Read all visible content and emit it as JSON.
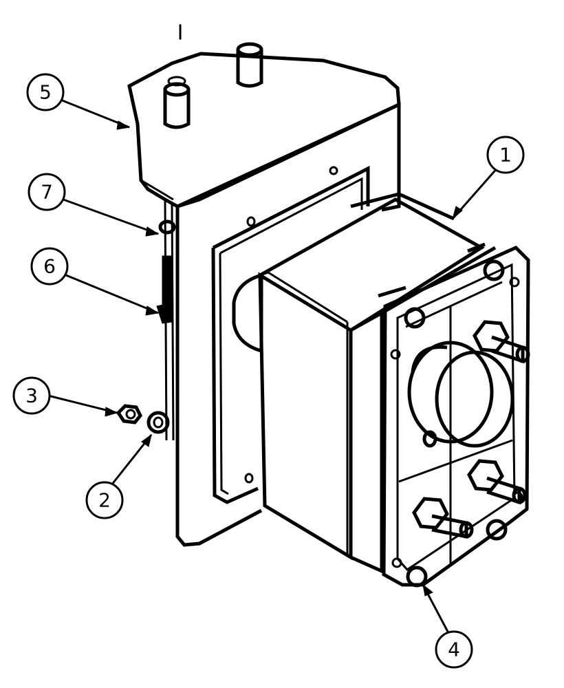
{
  "top_mark": "I",
  "callouts": [
    {
      "id": "5",
      "label": "5"
    },
    {
      "id": "7",
      "label": "7"
    },
    {
      "id": "6",
      "label": "6"
    },
    {
      "id": "3",
      "label": "3"
    },
    {
      "id": "2",
      "label": "2"
    },
    {
      "id": "1",
      "label": "1"
    },
    {
      "id": "4",
      "label": "4"
    }
  ]
}
